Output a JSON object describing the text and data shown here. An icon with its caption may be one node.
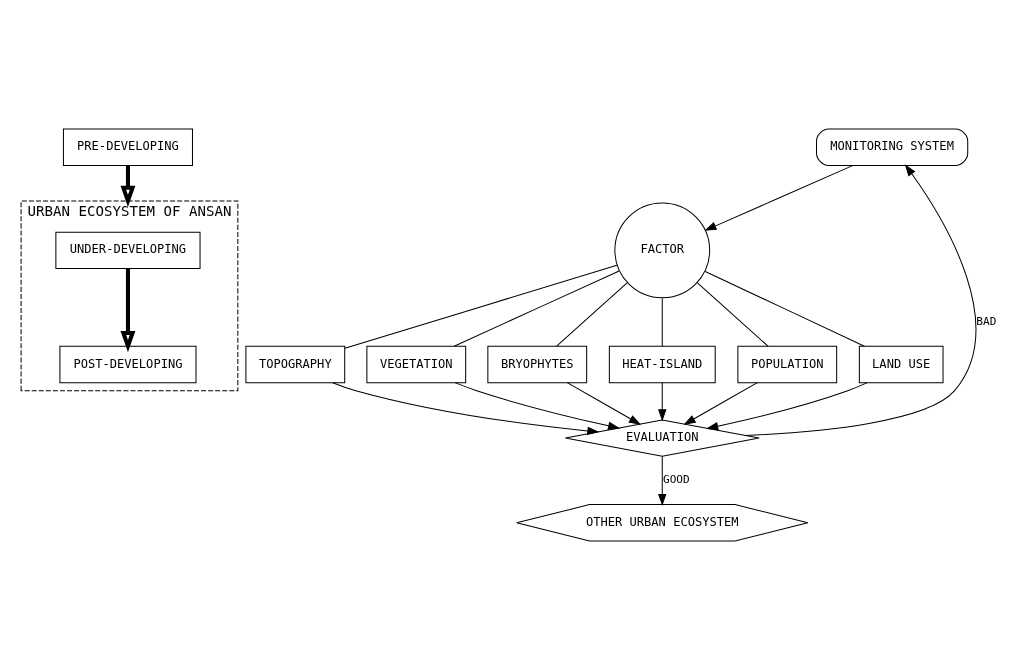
{
  "diagram": {
    "nodes": [
      {
        "text": [
          "URBAN ECOSYSTEM OF ANSAN"
        ]
      },
      {
        "text": [
          "PRE-DEVELOPING"
        ]
      },
      {
        "text": [
          "UNDER-DEVELOPING"
        ],
        "in": 0
      },
      {
        "text": [
          "POST-DEVELOPING"
        ],
        "in": 0
      },
      {
        "text": [
          "MONITORING SYSTEM"
        ]
      },
      {
        "text": [
          "FACTOR"
        ]
      },
      {
        "text": [
          "TOPOGRAPHY"
        ]
      },
      {
        "text": [
          "VEGETATION"
        ]
      },
      {
        "text": [
          "BRYOPHYTES"
        ]
      },
      {
        "text": [
          "HEAT-ISLAND"
        ]
      },
      {
        "text": [
          "POPULATION"
        ]
      },
      {
        "text": [
          "LAND USE"
        ]
      },
      {
        "text": [
          "EVALUATION"
        ]
      },
      {
        "text": [
          "OTHER URBAN ECOSYSTEM"
        ]
      }
    ],
    "edges": [
      {
        "from": 1,
        "to": 0,
        "arrow": "to",
        "style": "thick"
      },
      {
        "from": 2,
        "to": 3,
        "arrow": "to",
        "style": "thick"
      },
      {
        "from": 12,
        "to": 4,
        "arrow": "to",
        "label": "BAD"
      },
      {
        "from": 4,
        "to": 5,
        "arrow": "to"
      },
      {
        "from": 5,
        "to": 6,
        "arrow": "none"
      },
      {
        "from": 5,
        "to": 7,
        "arrow": "none"
      },
      {
        "from": 5,
        "to": 8,
        "arrow": "none"
      },
      {
        "from": 5,
        "to": 9,
        "arrow": "none"
      },
      {
        "from": 5,
        "to": 10,
        "arrow": "none"
      },
      {
        "from": 5,
        "to": 11,
        "arrow": "none"
      },
      {
        "from": 6,
        "to": 12,
        "arrow": "to"
      },
      {
        "from": 7,
        "to": 12,
        "arrow": "to"
      },
      {
        "from": 8,
        "to": 12,
        "arrow": "to"
      },
      {
        "from": 9,
        "to": 12,
        "arrow": "to"
      },
      {
        "from": 10,
        "to": 12,
        "arrow": "to"
      },
      {
        "from": 11,
        "to": 12,
        "arrow": "to"
      },
      {
        "from": 12,
        "to": 13,
        "arrow": "to",
        "label": "GOOD"
      }
    ]
  }
}
